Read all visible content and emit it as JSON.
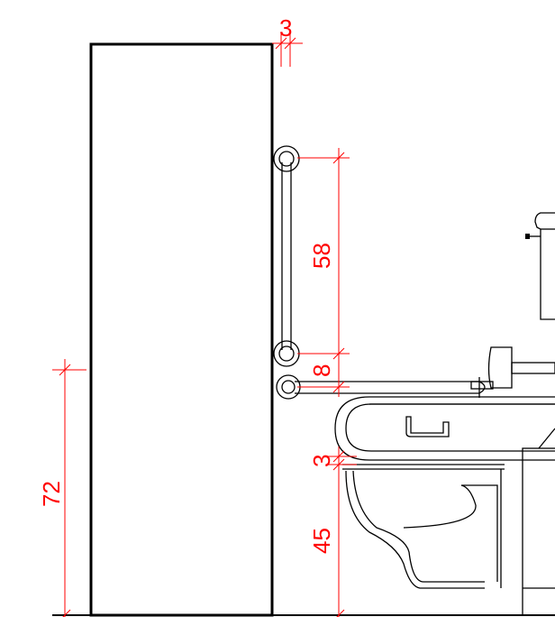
{
  "dimensions": {
    "gap_label": "3",
    "vertical_bar_label": "58",
    "bar_spacing_label": "8",
    "partition_height_label": "72",
    "seat_thickness_label": "3",
    "seat_height_label": "45"
  },
  "colors": {
    "dimension": "#ff0000",
    "outline": "#000000",
    "background": "#ffffff"
  }
}
